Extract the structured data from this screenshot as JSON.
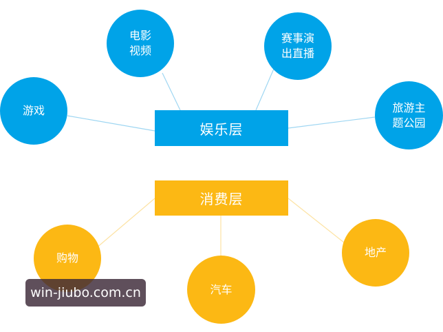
{
  "diagram": {
    "entertainment_layer": {
      "label": "娱乐层",
      "color": "#00a3e8",
      "items": [
        "电影视频",
        "赛事演出直播",
        "游戏",
        "旅游主题公园"
      ]
    },
    "consumption_layer": {
      "label": "消费层",
      "color": "#fcb814",
      "items": [
        "购物",
        "汽车",
        "地产"
      ]
    },
    "connector_colors": {
      "entertainment": "#9ed6f2",
      "consumption": "#fde3a4"
    }
  },
  "watermark": {
    "text": "win-jiubo.com.cn"
  }
}
